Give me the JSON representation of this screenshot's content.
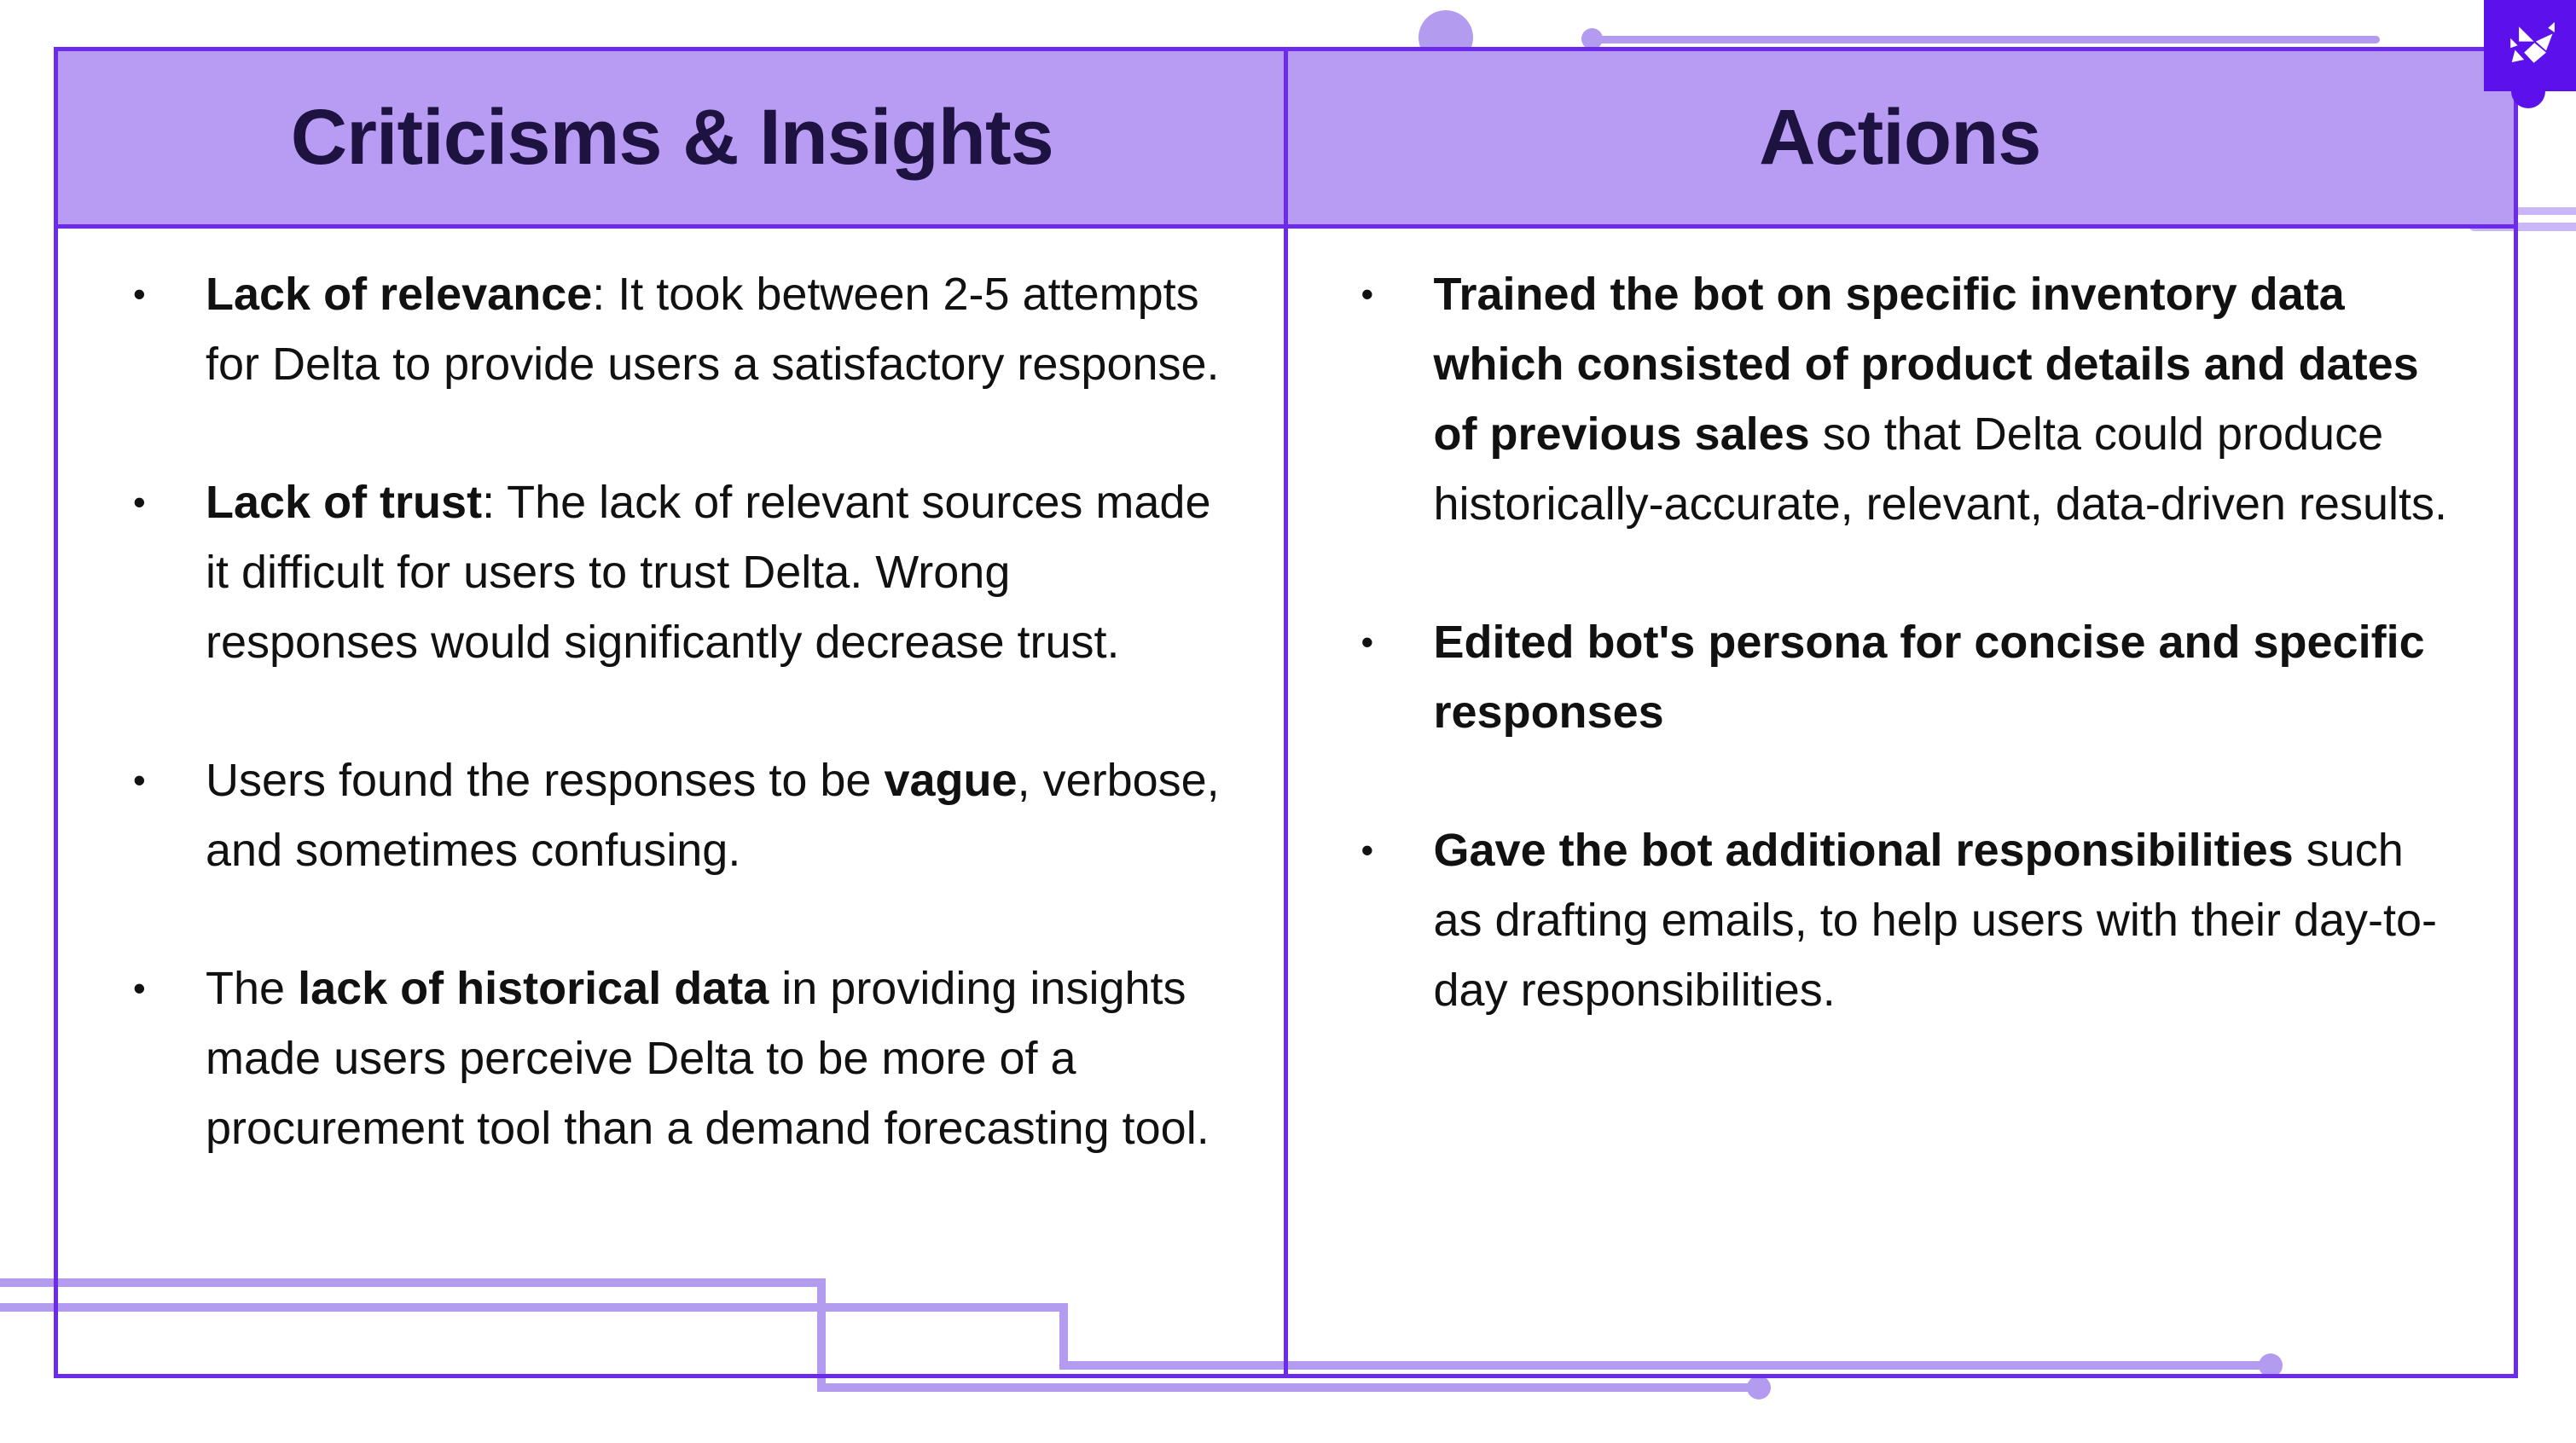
{
  "page": {
    "bullet_char": "•",
    "colors": {
      "page_bg": "#ffffff",
      "table_border": "#6c2bea",
      "header_fill": "#b89cf4",
      "decor_light_purple": "#b39cef",
      "decor_lighter_purple": "#c9b6f7",
      "logo_tile": "#5b10ec",
      "title_text": "#1e1240",
      "body_text": "#111111"
    },
    "logo_icon": "origami-bird-icon"
  },
  "table": {
    "columns": [
      {
        "header": "Criticisms & Insights",
        "bullets": [
          {
            "segments": [
              {
                "b": true,
                "t": "Lack of relevance"
              },
              {
                "b": false,
                "t": ": It took between 2-5 attempts for Delta to provide users a satisfactory response."
              }
            ]
          },
          {
            "segments": [
              {
                "b": true,
                "t": "Lack of trust"
              },
              {
                "b": false,
                "t": ": The lack of relevant sources made it difficult for users to trust Delta. Wrong responses would significantly decrease trust."
              }
            ]
          },
          {
            "segments": [
              {
                "b": false,
                "t": "Users found the responses to be "
              },
              {
                "b": true,
                "t": "vague"
              },
              {
                "b": false,
                "t": ", verbose, and sometimes confusing."
              }
            ]
          },
          {
            "segments": [
              {
                "b": false,
                "t": "The "
              },
              {
                "b": true,
                "t": "lack of historical data"
              },
              {
                "b": false,
                "t": " in providing insights made users perceive Delta to be more of a procurement tool than a demand forecasting tool."
              }
            ]
          }
        ]
      },
      {
        "header": "Actions",
        "bullets": [
          {
            "segments": [
              {
                "b": true,
                "t": "Trained the bot on specific inventory data which consisted of product details and dates of previous sales"
              },
              {
                "b": false,
                "t": " so that Delta could produce historically-accurate, relevant, data-driven results."
              }
            ]
          },
          {
            "segments": [
              {
                "b": true,
                "t": "Edited bot's persona for concise and specific responses"
              }
            ]
          },
          {
            "segments": [
              {
                "b": true,
                "t": "Gave the bot additional responsibilities"
              },
              {
                "b": false,
                "t": " such as drafting emails, to help users with their day-to-day responsibilities."
              }
            ]
          }
        ]
      }
    ]
  }
}
